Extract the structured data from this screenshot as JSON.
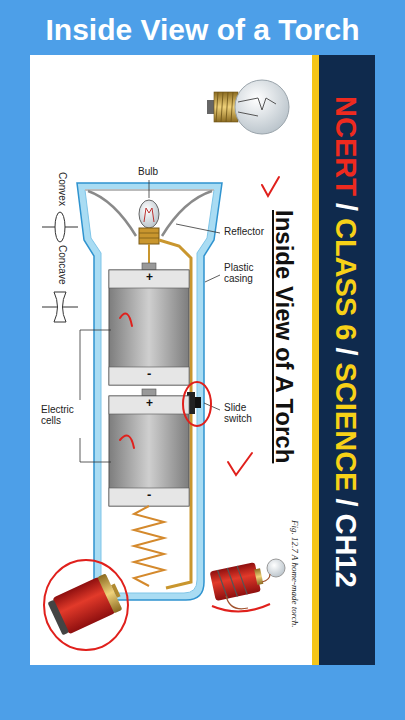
{
  "diagram": {
    "title": "Inside View of a Torch",
    "caption": "Fig. 12.7 A home-made torch.",
    "labels": [
      "NCERT",
      "/",
      "CLASS 6",
      "/",
      "SCIENCE",
      "/",
      "CH12",
      "Inside View of A Torch",
      "Bulb",
      "Reflector",
      "Plastic casing",
      "Electric cells",
      "Slide switch",
      "Convex",
      "Concave",
      "+",
      "-",
      "+",
      "-"
    ]
  }
}
